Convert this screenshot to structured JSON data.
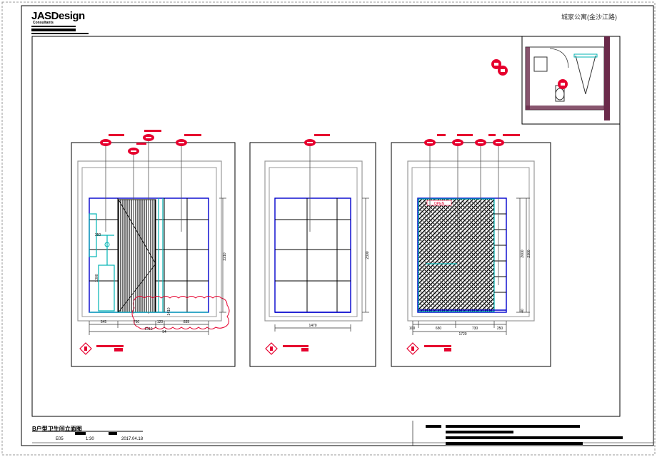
{
  "titleblock": {
    "logo_text": "JASDesign",
    "logo_sub": "Consultants",
    "project_title": "城家公寓(金沙江路)",
    "drawing_title": "B户型卫生间立面图",
    "drawing_no": "E05",
    "scale": "1:30",
    "date": "2017.04.18"
  },
  "elevations": {
    "left": {
      "dims_bottom": [
        "545",
        "760",
        "120",
        "835"
      ],
      "dim_total": "2310",
      "dim_sub": "94",
      "dim_right": "2210",
      "dim_small_top": "350",
      "dim_small_mid": "1300",
      "dim_vertical_mid": "1410"
    },
    "middle": {
      "dim_bottom": "1470",
      "dim_right": "2300"
    },
    "right": {
      "dims_bottom": [
        "100",
        "650",
        "730",
        "250"
      ],
      "dim_total": "1720",
      "dim_right_a": "2000",
      "dim_right_b": "2300",
      "dim_right_c": "40",
      "open_label": "OPEN"
    }
  },
  "colors": {
    "frame": "#000000",
    "wall": "#999999",
    "tile_grid": "#0000cc",
    "fixture": "#00b3b3",
    "tag": "#e6002e"
  }
}
